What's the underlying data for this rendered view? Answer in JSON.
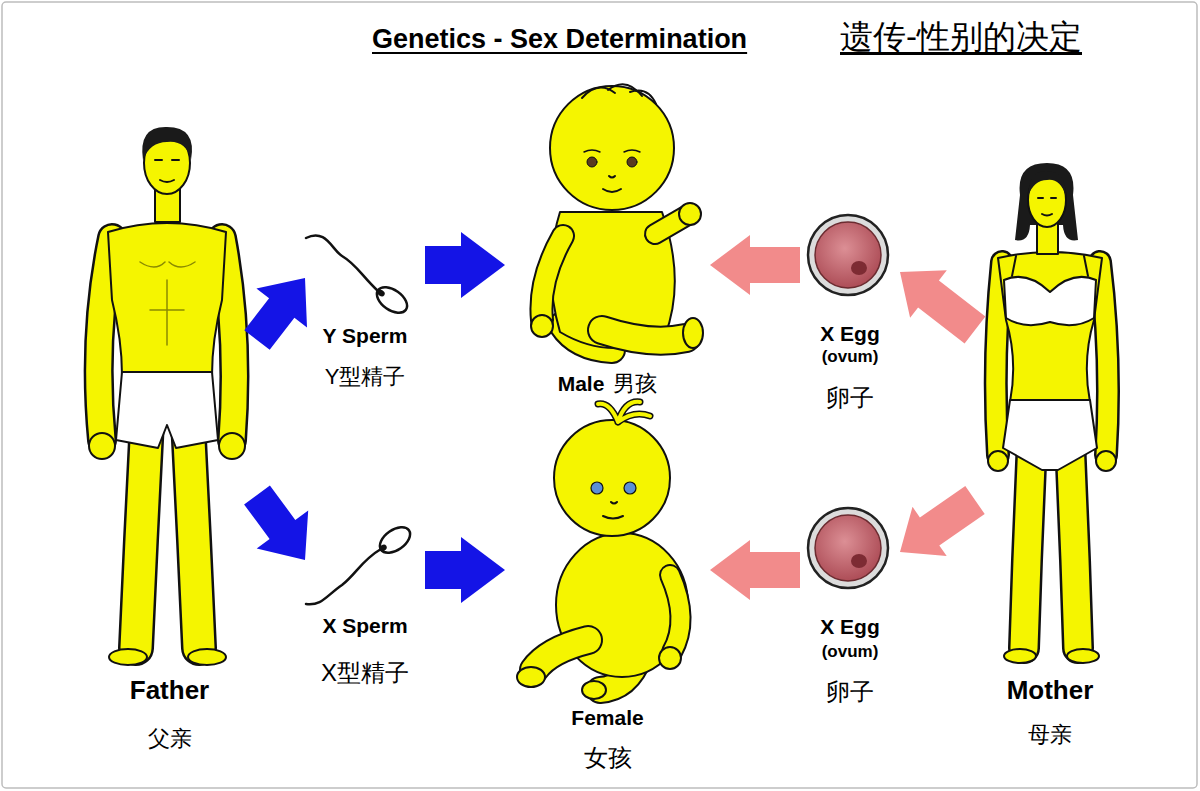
{
  "diagram": {
    "title": "Genetics - Sex Determination",
    "nodes": [
      {
        "text": [
          "Father",
          "父亲"
        ]
      },
      {
        "text": [
          "Y Sperm",
          "Y型精子"
        ]
      },
      {
        "text": [
          "Male",
          "男孩"
        ]
      },
      {
        "text": [
          "X Egg",
          "(ovum)",
          "卵子"
        ]
      },
      {
        "text": [
          "Mother",
          "母亲"
        ]
      },
      {
        "text": [
          "X Sperm",
          "X型精子"
        ]
      },
      {
        "text": [
          "Female",
          "女孩"
        ]
      },
      {
        "text": [
          "X Egg",
          "(ovum)",
          "卵子"
        ]
      }
    ],
    "edges": [
      {
        "from": 0,
        "to": 1,
        "arrow": "to"
      },
      {
        "from": 1,
        "to": 2,
        "arrow": "to"
      },
      {
        "from": 4,
        "to": 3,
        "arrow": "to"
      },
      {
        "from": 3,
        "to": 2,
        "arrow": "to"
      },
      {
        "from": 0,
        "to": 5,
        "arrow": "to"
      },
      {
        "from": 5,
        "to": 6,
        "arrow": "to"
      },
      {
        "from": 4,
        "to": 7,
        "arrow": "to"
      },
      {
        "from": 7,
        "to": 6,
        "arrow": "to"
      }
    ],
    "labels": [
      "遗传-性别的决定"
    ]
  }
}
